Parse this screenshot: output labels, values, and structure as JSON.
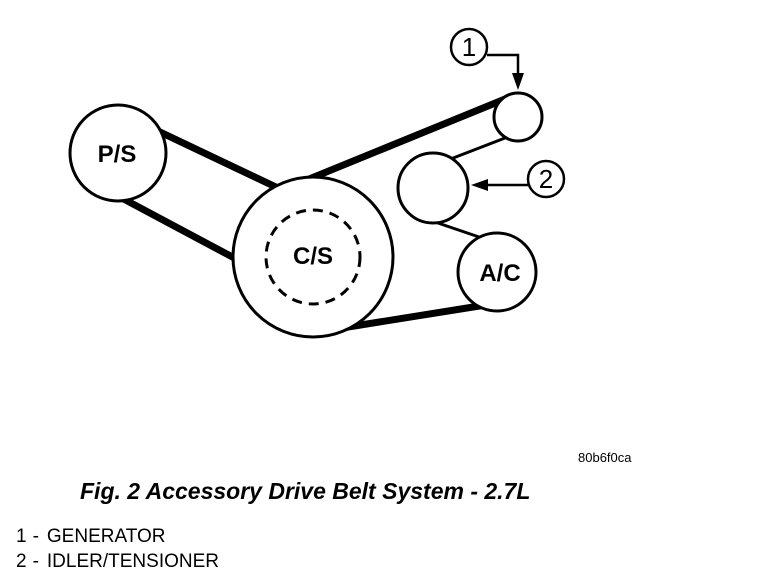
{
  "pulleys": {
    "power_steering": "P/S",
    "crankshaft": "C/S",
    "air_conditioning": "A/C"
  },
  "callouts": [
    {
      "number": "1",
      "part": "GENERATOR"
    },
    {
      "number": "2",
      "part": "IDLER/TENSIONER"
    }
  ],
  "reference_code": "80b6f0ca",
  "caption": "Fig. 2 Accessory Drive Belt System - 2.7L",
  "legend_separator": "-"
}
